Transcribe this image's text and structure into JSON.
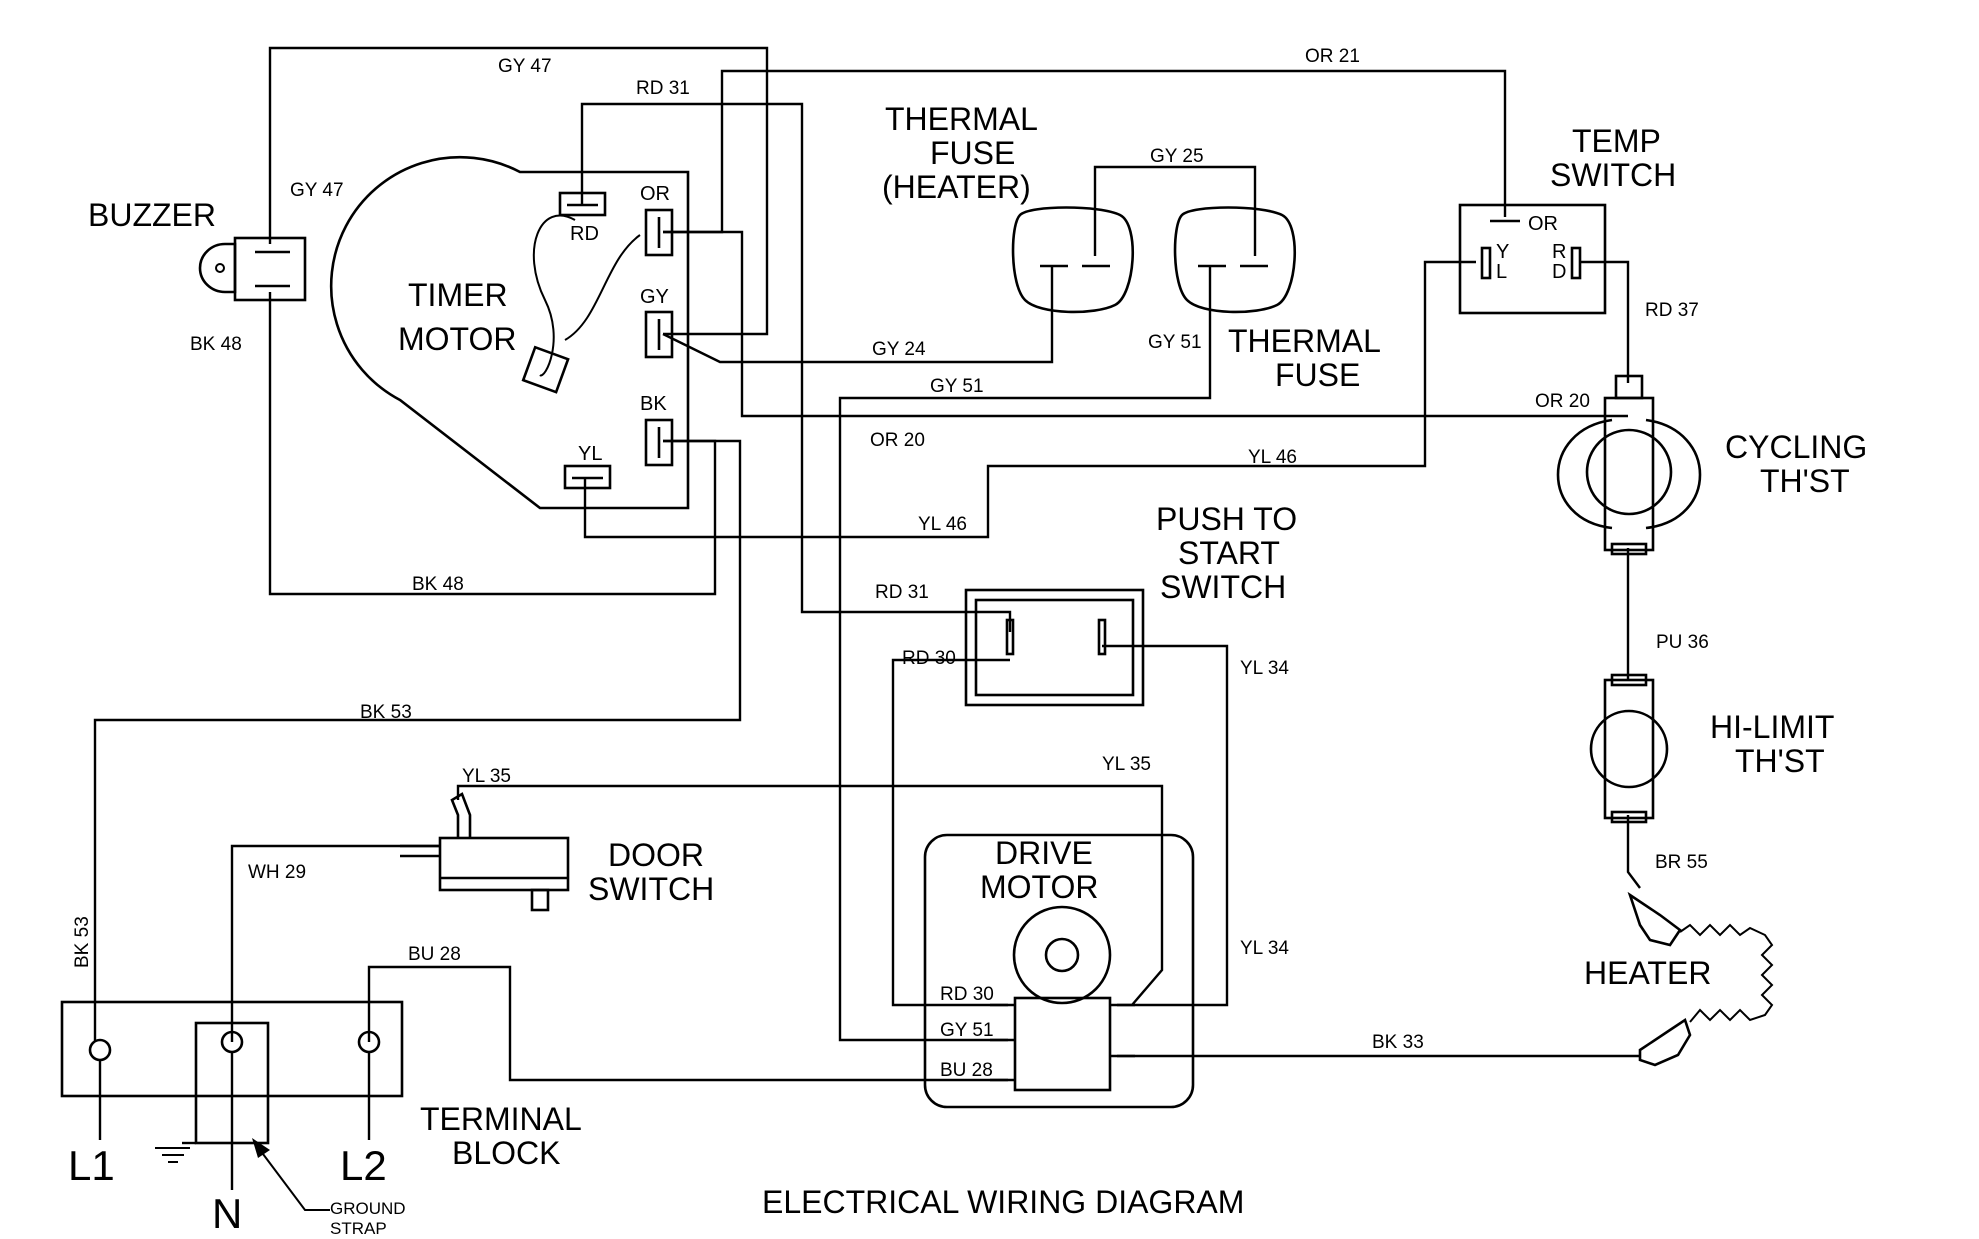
{
  "title": "ELECTRICAL WIRING DIAGRAM",
  "components": {
    "buzzer": "BUZZER",
    "timer_motor": [
      "TIMER",
      "MOTOR"
    ],
    "thermal_fuse_heater": [
      "THERMAL",
      "FUSE",
      "(HEATER)"
    ],
    "thermal_fuse": [
      "THERMAL",
      "FUSE"
    ],
    "temp_switch": [
      "TEMP",
      "SWITCH"
    ],
    "cycling_thst": [
      "CYCLING",
      "TH'ST"
    ],
    "push_to_start": [
      "PUSH TO",
      "START",
      "SWITCH"
    ],
    "hi_limit": [
      "HI-LIMIT",
      "TH'ST"
    ],
    "door_switch": [
      "DOOR",
      "SWITCH"
    ],
    "drive_motor": [
      "DRIVE",
      "MOTOR"
    ],
    "heater": "HEATER",
    "terminal_block": [
      "TERMINAL",
      "BLOCK"
    ],
    "ground_strap": [
      "GROUND",
      "STRAP"
    ]
  },
  "terminals": {
    "timer": [
      "RD",
      "OR",
      "GY",
      "BK",
      "YL"
    ],
    "temp_or": "OR",
    "temp_yl": [
      "Y",
      "L"
    ],
    "temp_rd": [
      "R",
      "D"
    ]
  },
  "supply": {
    "l1": "L1",
    "n": "N",
    "l2": "L2"
  },
  "wires": {
    "gy47_top": "GY 47",
    "gy47_side": "GY 47",
    "rd31_top": "RD 31",
    "or21": "OR 21",
    "gy25": "GY 25",
    "bk48_side": "BK 48",
    "gy24": "GY 24",
    "gy51_left": "GY 51",
    "gy51_right": "GY 51",
    "or20_left": "OR 20",
    "or20_right": "OR 20",
    "rd37": "RD 37",
    "yl46_right": "YL 46",
    "yl46_left": "YL 46",
    "bk48_bottom": "BK 48",
    "rd31_mid": "RD 31",
    "rd30_mid": "RD 30",
    "yl34_top": "YL 34",
    "pu36": "PU 36",
    "bk53_top": "BK 53",
    "yl35_left": "YL 35",
    "yl35_right": "YL 35",
    "wh29": "WH 29",
    "br55": "BR 55",
    "bk53_side": "BK 53",
    "bu28_top": "BU 28",
    "yl34_bottom": "YL 34",
    "bk33": "BK 33",
    "rd30_motor": "RD 30",
    "gy51_motor": "GY 51",
    "bu28_motor": "BU 28"
  }
}
